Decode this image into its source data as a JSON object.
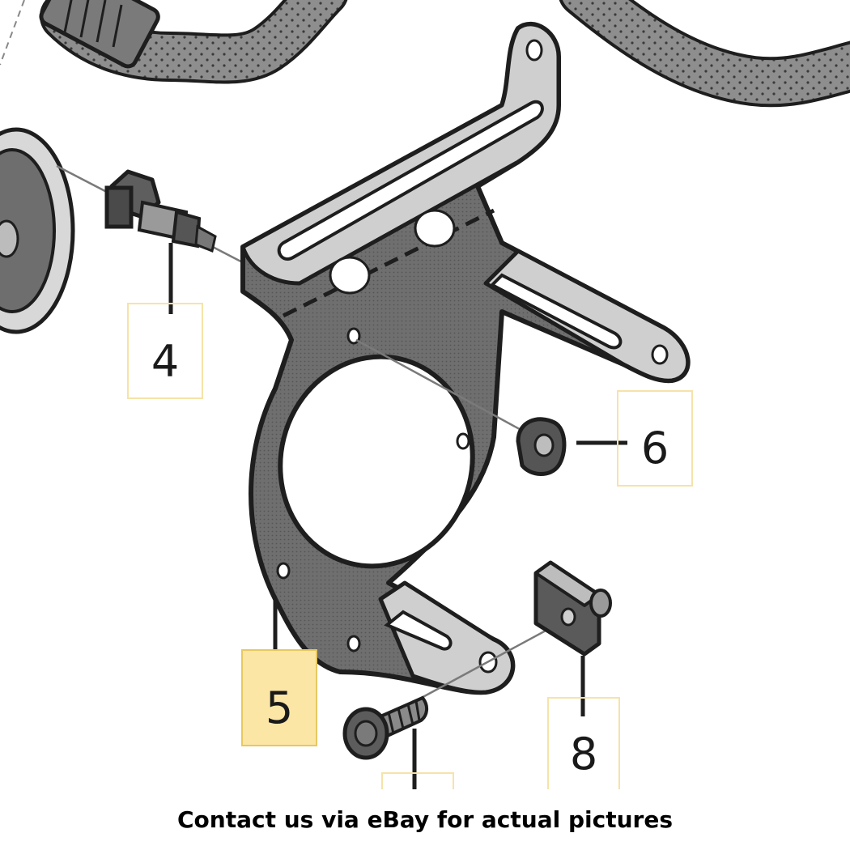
{
  "callouts": {
    "c4": "4",
    "c5": "5",
    "c6": "6",
    "c8": "8"
  },
  "caption": "Contact us via eBay for actual pictures",
  "colors": {
    "highlight_fill": "#fbe6a6",
    "highlight_border": "#e8c860",
    "box_border": "#f6e3a8",
    "part_gray": "#7c7c7c",
    "outline": "#1e1e1e"
  }
}
